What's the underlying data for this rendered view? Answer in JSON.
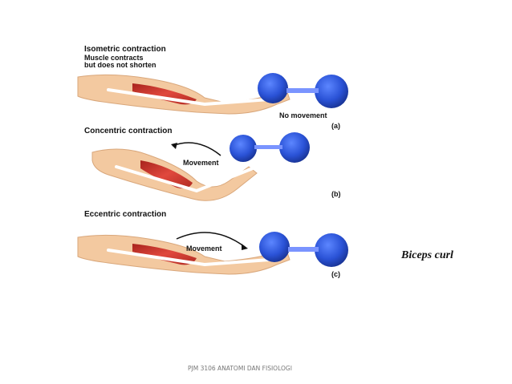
{
  "figure": {
    "panel_a": {
      "title": "Isometric contraction",
      "desc_line1": "Muscle contracts",
      "desc_line2": "but does not shorten",
      "movement_label": "No movement",
      "panel_label": "(a)"
    },
    "panel_b": {
      "title": "Concentric contraction",
      "movement_label": "Movement",
      "panel_label": "(b)"
    },
    "panel_c": {
      "title": "Eccentric contraction",
      "movement_label": "Movement",
      "panel_label": "(c)"
    }
  },
  "caption": "Biceps curl",
  "footer": "PJM 3106 ANATOMI DAN FISIOLOGI",
  "colors": {
    "skin": "#f3c9a0",
    "muscle": "#c8332b",
    "dumbbell": "#2a52d6",
    "bone": "#ffffff"
  }
}
